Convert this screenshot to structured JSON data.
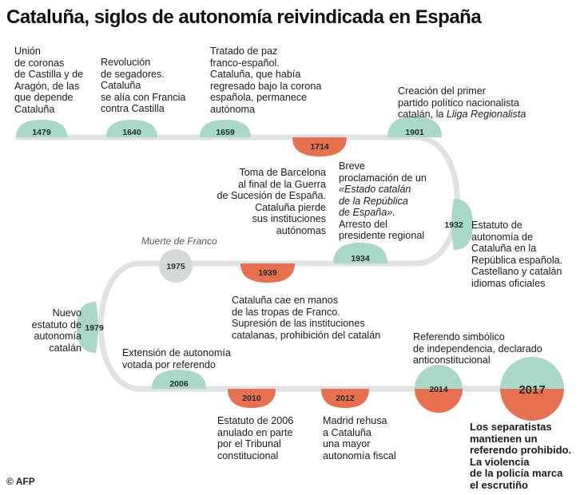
{
  "title": "Cataluña, siglos de autonomía reivindicada en España",
  "colors": {
    "track": "#dfe3e3",
    "green": "#a9d8c9",
    "orange": "#e8704e",
    "grey": "#d5d9d9"
  },
  "events": [
    {
      "year": "1479",
      "color": "green",
      "text_lines": [
        "Unión",
        "de coronas",
        "de Castilla y de",
        "Aragón, de las",
        "que depende",
        "Cataluña"
      ]
    },
    {
      "year": "1640",
      "color": "green",
      "text_lines": [
        "Revolución",
        "de segadores.",
        "Cataluña",
        "se alía con Francia",
        "contra Castilla"
      ]
    },
    {
      "year": "1659",
      "color": "green",
      "text_lines": [
        "Tratado de paz",
        "franco-español.",
        "Cataluña, que había",
        "regresado bajo la corona",
        "española, permanece",
        "autónoma"
      ]
    },
    {
      "year": "1714",
      "color": "orange",
      "text_lines": [
        "Toma de Barcelona",
        "al final de la Guerra",
        "de Sucesión de España.",
        "Cataluña pierde",
        "sus instituciones",
        "autónomas"
      ]
    },
    {
      "year": "1901",
      "color": "green",
      "text_lines": [
        "Creación del primer",
        "partido político nacionalista"
      ],
      "text_tail": "catalán, la ",
      "text_tail_em": "Lliga Regionalista"
    },
    {
      "year": "1934",
      "color": "green",
      "text_lines_a": [
        "Breve",
        "proclamación de un"
      ],
      "text_lines_em": [
        "«Estado catalán",
        "de la República",
        "de España»."
      ],
      "text_lines_b": [
        "Arresto del",
        "presidente regional"
      ]
    },
    {
      "year": "1932",
      "color": "green",
      "text_lines": [
        "Estatuto de",
        "autonomía de",
        "Cataluña en la",
        "República española.",
        "Castellano y catalán",
        "idiomas oficiales"
      ]
    },
    {
      "year": "1975",
      "color": "grey",
      "caption": "Muerte de Franco"
    },
    {
      "year": "1939",
      "color": "orange",
      "text_lines": [
        "Cataluña cae en manos",
        "de las tropas de Franco.",
        "Supresión de las instituciones",
        "catalanas, prohibición del catalán"
      ]
    },
    {
      "year": "1979",
      "color": "green",
      "text_lines": [
        "Nuevo",
        "estatuto de",
        "autonomía",
        "catalán"
      ]
    },
    {
      "year": "2006",
      "color": "green",
      "text_lines": [
        "Extensión de autonomía",
        "votada por referendo"
      ]
    },
    {
      "year": "2010",
      "color": "orange",
      "text_lines": [
        "Estatuto de 2006",
        "anulado en parte",
        "por el Tribunal",
        "constitucional"
      ]
    },
    {
      "year": "2012",
      "color": "orange",
      "text_lines": [
        "Madrid rehusa",
        "a Cataluña",
        "una mayor",
        "autonomía fiscal"
      ]
    },
    {
      "year": "2014",
      "color": "half",
      "text_lines": [
        "Referendo simbólico",
        "de independencia, declarado",
        "anticonstitucional"
      ]
    },
    {
      "year": "2017",
      "color": "half",
      "text_lines": [
        "Los separatistas",
        "mantienen un",
        "referendo prohibido.",
        "La violencia",
        "de la policía marca",
        "el escrutiño"
      ]
    }
  ],
  "credit": "© AFP"
}
